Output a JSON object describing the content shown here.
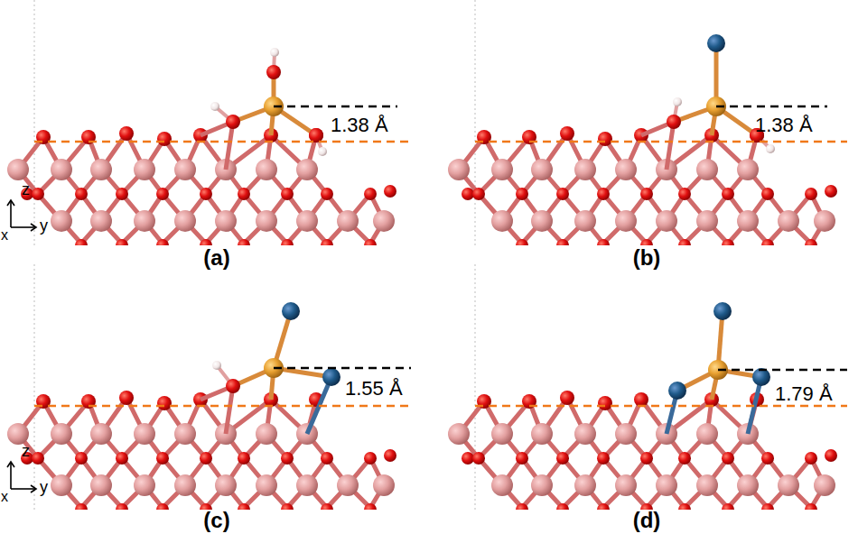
{
  "diagram": {
    "labels": [
      "1.38 Å",
      "(a)",
      "1.38 Å",
      "(b)",
      "1.55 Å",
      "(c)",
      "1.79 Å",
      "(d)",
      "z",
      "x",
      "y",
      "z",
      "x",
      "y"
    ]
  }
}
